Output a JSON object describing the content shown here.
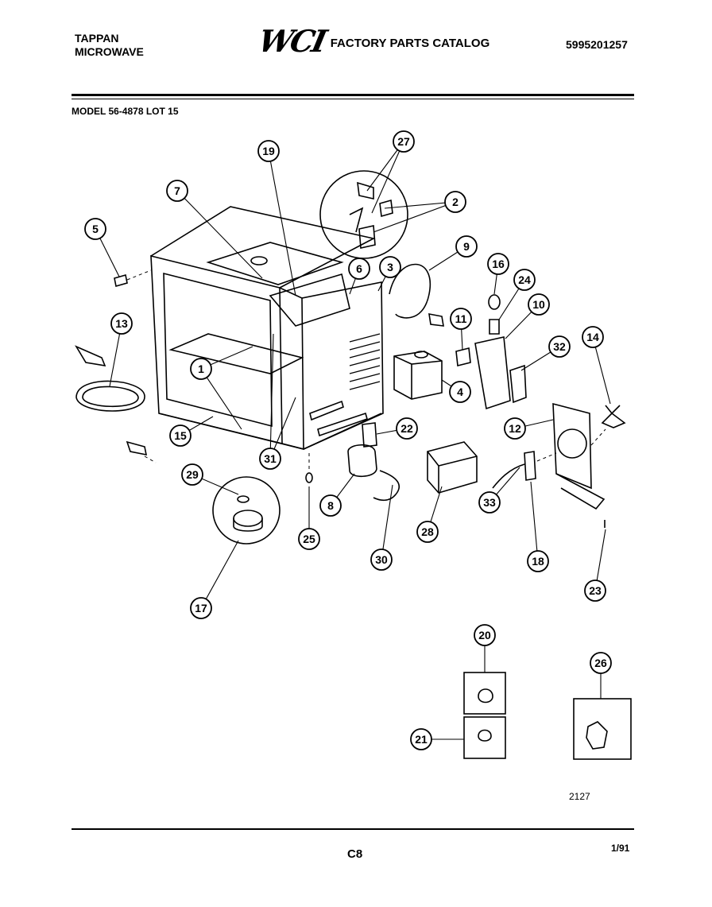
{
  "header": {
    "brand_line1": "TAPPAN",
    "brand_line2": "MICROWAVE",
    "logo": "WCI",
    "catalog_title": "FACTORY PARTS CATALOG",
    "catalog_number": "5995201257"
  },
  "model_line": "MODEL 56-4878 LOT 15",
  "callouts": [
    "1",
    "2",
    "3",
    "4",
    "5",
    "6",
    "7",
    "8",
    "9",
    "10",
    "11",
    "12",
    "13",
    "14",
    "15",
    "16",
    "17",
    "18",
    "19",
    "20",
    "21",
    "22",
    "23",
    "24",
    "25",
    "26",
    "27",
    "28",
    "29",
    "30",
    "31",
    "32",
    "33"
  ],
  "footer": {
    "drawing_number": "2127",
    "page_id": "C8",
    "date": "1/91"
  }
}
